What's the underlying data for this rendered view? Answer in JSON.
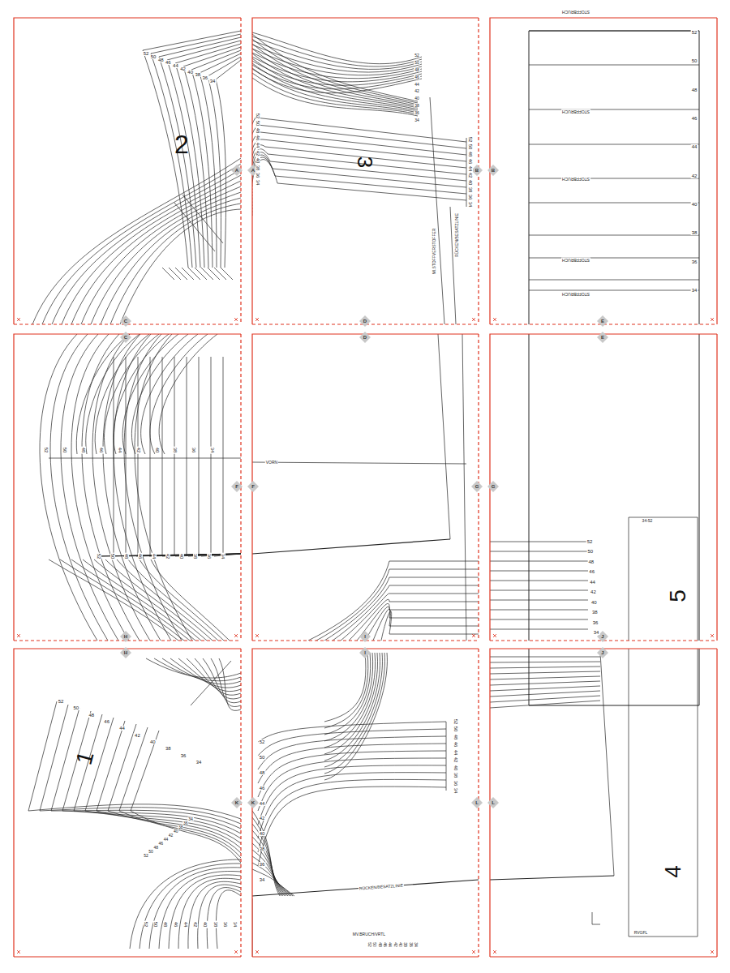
{
  "diagram": {
    "nodes": [
      {
        "text": [
          "A"
        ]
      },
      {
        "text": [
          "A"
        ]
      },
      {
        "text": [
          "B"
        ]
      },
      {
        "text": [
          "B"
        ]
      },
      {
        "text": [
          "C"
        ]
      },
      {
        "text": [
          "D"
        ]
      },
      {
        "text": [
          "E"
        ]
      },
      {
        "text": [
          "C"
        ]
      },
      {
        "text": [
          "D"
        ]
      },
      {
        "text": [
          "E"
        ]
      },
      {
        "text": [
          "F"
        ]
      },
      {
        "text": [
          "F"
        ]
      },
      {
        "text": [
          "G"
        ]
      },
      {
        "text": [
          "G"
        ]
      },
      {
        "text": [
          "H"
        ]
      },
      {
        "text": [
          "I"
        ]
      },
      {
        "text": [
          "J"
        ]
      },
      {
        "text": [
          "H"
        ]
      },
      {
        "text": [
          "I"
        ]
      },
      {
        "text": [
          "J"
        ]
      },
      {
        "text": [
          "K"
        ]
      },
      {
        "text": [
          "K"
        ]
      },
      {
        "text": [
          "L"
        ]
      },
      {
        "text": [
          "L"
        ]
      }
    ],
    "labels": [
      "2",
      "3",
      "5",
      "1",
      "4",
      "52",
      "50",
      "48",
      "46",
      "44",
      "42",
      "40",
      "38",
      "36",
      "34",
      "52",
      "50",
      "48",
      "46",
      "44",
      "42",
      "40",
      "38",
      "36",
      "34",
      "52",
      "50",
      "48",
      "46",
      "44",
      "42",
      "40",
      "38",
      "36",
      "34",
      "52",
      "50",
      "48",
      "46",
      "44",
      "42",
      "40",
      "38",
      "36",
      "34",
      "52",
      "50",
      "48",
      "46",
      "44",
      "42",
      "40",
      "38",
      "36",
      "34",
      "52",
      "50",
      "48",
      "46",
      "44",
      "42",
      "40",
      "38",
      "36",
      "34",
      "52",
      "50",
      "48",
      "46",
      "44",
      "42",
      "40",
      "38",
      "36",
      "34",
      "52",
      "50",
      "48",
      "46",
      "44",
      "42",
      "40",
      "38",
      "36",
      "34",
      "52",
      "50",
      "48",
      "46",
      "44",
      "42",
      "40",
      "38",
      "36",
      "34",
      "52",
      "50",
      "48",
      "46",
      "44",
      "42",
      "40",
      "38",
      "36",
      "34",
      "52",
      "50",
      "48",
      "46",
      "44",
      "42",
      "40",
      "38",
      "36",
      "34",
      "52",
      "50",
      "48",
      "46",
      "44",
      "42",
      "40",
      "38",
      "36",
      "34",
      "52",
      "50",
      "48",
      "46",
      "44",
      "42",
      "40",
      "38",
      "36",
      "34",
      "52",
      "50",
      "48",
      "46",
      "44",
      "42",
      "40",
      "38",
      "36",
      "34",
      "STOFFBRUCH",
      "STOFFBRUCH",
      "STOFFBRUCH",
      "STOFFBRUCH",
      "STOFFBRUCH",
      "VORN",
      "34-52",
      "RVGFL",
      "MI.STOFFVERSTOFFER",
      "RÜCKEN/BESATZLINIE",
      "RÜCKEN/BESATZLINIE",
      "MV.BRUCH/VRTL"
    ]
  }
}
